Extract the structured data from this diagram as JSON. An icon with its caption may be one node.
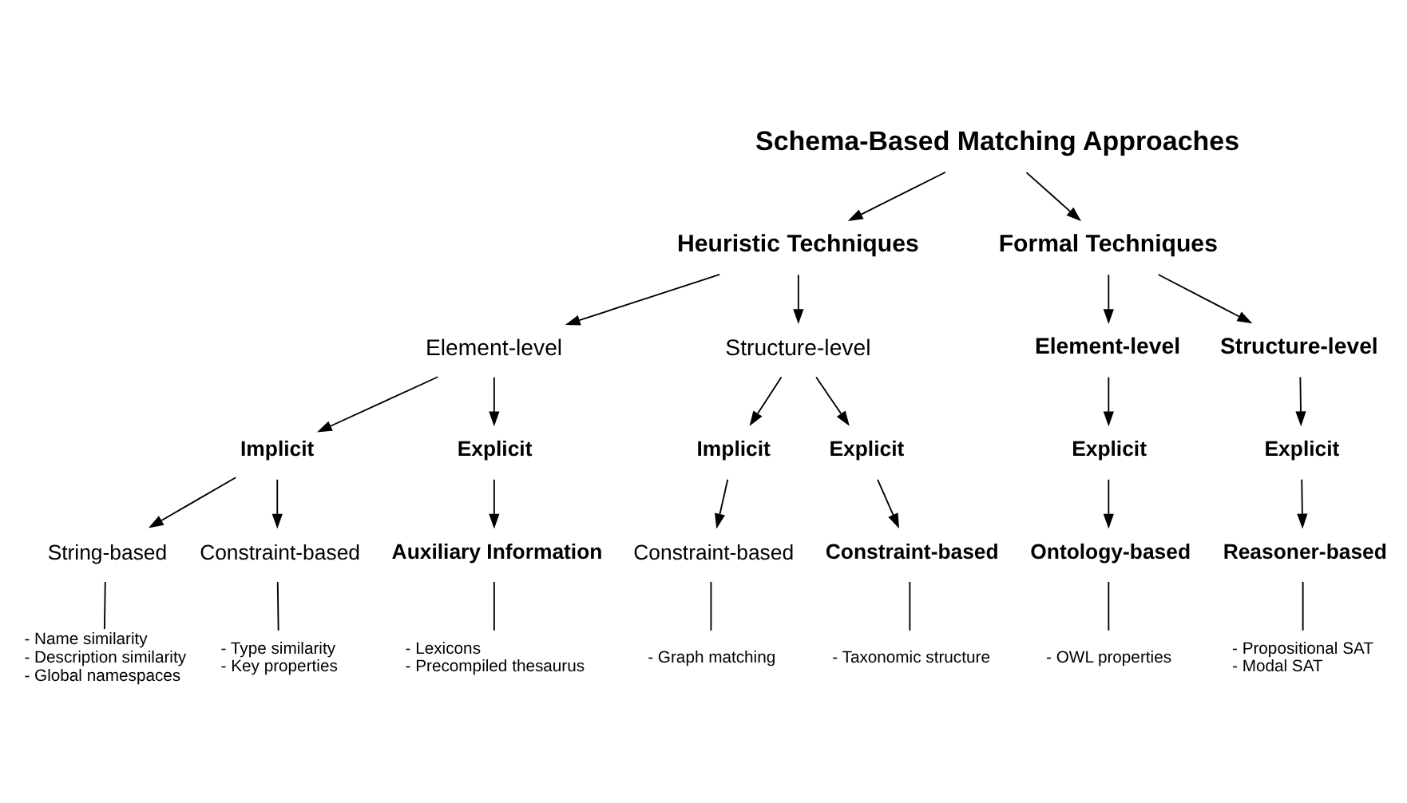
{
  "diagram": {
    "nodes": [
      {
        "text": [
          "Schema-Based Matching Approaches"
        ]
      },
      {
        "text": [
          "Heuristic Techniques"
        ]
      },
      {
        "text": [
          "Formal Techniques"
        ]
      },
      {
        "text": [
          "Element-level"
        ]
      },
      {
        "text": [
          "Structure-level"
        ]
      },
      {
        "text": [
          "Element-level"
        ]
      },
      {
        "text": [
          "Structure-level"
        ]
      },
      {
        "text": [
          "Implicit"
        ]
      },
      {
        "text": [
          "Explicit"
        ]
      },
      {
        "text": [
          "Implicit"
        ]
      },
      {
        "text": [
          "Explicit"
        ]
      },
      {
        "text": [
          "Explicit"
        ]
      },
      {
        "text": [
          "Explicit"
        ]
      },
      {
        "text": [
          "String-based"
        ]
      },
      {
        "text": [
          "Constraint-based"
        ]
      },
      {
        "text": [
          "Auxiliary Information"
        ]
      },
      {
        "text": [
          "Constraint-based"
        ]
      },
      {
        "text": [
          "Constraint-based"
        ]
      },
      {
        "text": [
          "Ontology-based"
        ]
      },
      {
        "text": [
          "Reasoner-based"
        ]
      },
      {
        "text": [
          "- Name similarity",
          "- Description similarity",
          "- Global namespaces"
        ]
      },
      {
        "text": [
          "- Type similarity",
          "- Key properties"
        ]
      },
      {
        "text": [
          "- Lexicons",
          "- Precompiled thesaurus"
        ]
      },
      {
        "text": [
          "- Graph matching"
        ]
      },
      {
        "text": [
          "- Taxonomic structure"
        ]
      },
      {
        "text": [
          "- OWL properties"
        ]
      },
      {
        "text": [
          "- Propositional SAT",
          "- Modal SAT"
        ]
      }
    ],
    "edges": [
      {
        "from": 0,
        "to": 1,
        "arrow": "to"
      },
      {
        "from": 0,
        "to": 2,
        "arrow": "to"
      },
      {
        "from": 1,
        "to": 3,
        "arrow": "to"
      },
      {
        "from": 1,
        "to": 4,
        "arrow": "to"
      },
      {
        "from": 2,
        "to": 5,
        "arrow": "to"
      },
      {
        "from": 2,
        "to": 6,
        "arrow": "to"
      },
      {
        "from": 3,
        "to": 7,
        "arrow": "to"
      },
      {
        "from": 3,
        "to": 8,
        "arrow": "to"
      },
      {
        "from": 4,
        "to": 9,
        "arrow": "to"
      },
      {
        "from": 4,
        "to": 10,
        "arrow": "to"
      },
      {
        "from": 5,
        "to": 11,
        "arrow": "to"
      },
      {
        "from": 6,
        "to": 12,
        "arrow": "to"
      },
      {
        "from": 7,
        "to": 13,
        "arrow": "to"
      },
      {
        "from": 7,
        "to": 14,
        "arrow": "to"
      },
      {
        "from": 8,
        "to": 15,
        "arrow": "to"
      },
      {
        "from": 9,
        "to": 16,
        "arrow": "to"
      },
      {
        "from": 10,
        "to": 17,
        "arrow": "to"
      },
      {
        "from": 11,
        "to": 18,
        "arrow": "to"
      },
      {
        "from": 12,
        "to": 19,
        "arrow": "to"
      },
      {
        "from": 13,
        "to": 20,
        "arrow": "none"
      },
      {
        "from": 14,
        "to": 21,
        "arrow": "none"
      },
      {
        "from": 15,
        "to": 22,
        "arrow": "none"
      },
      {
        "from": 16,
        "to": 23,
        "arrow": "none"
      },
      {
        "from": 17,
        "to": 24,
        "arrow": "none"
      },
      {
        "from": 18,
        "to": 25,
        "arrow": "none"
      },
      {
        "from": 19,
        "to": 26,
        "arrow": "none"
      }
    ]
  }
}
